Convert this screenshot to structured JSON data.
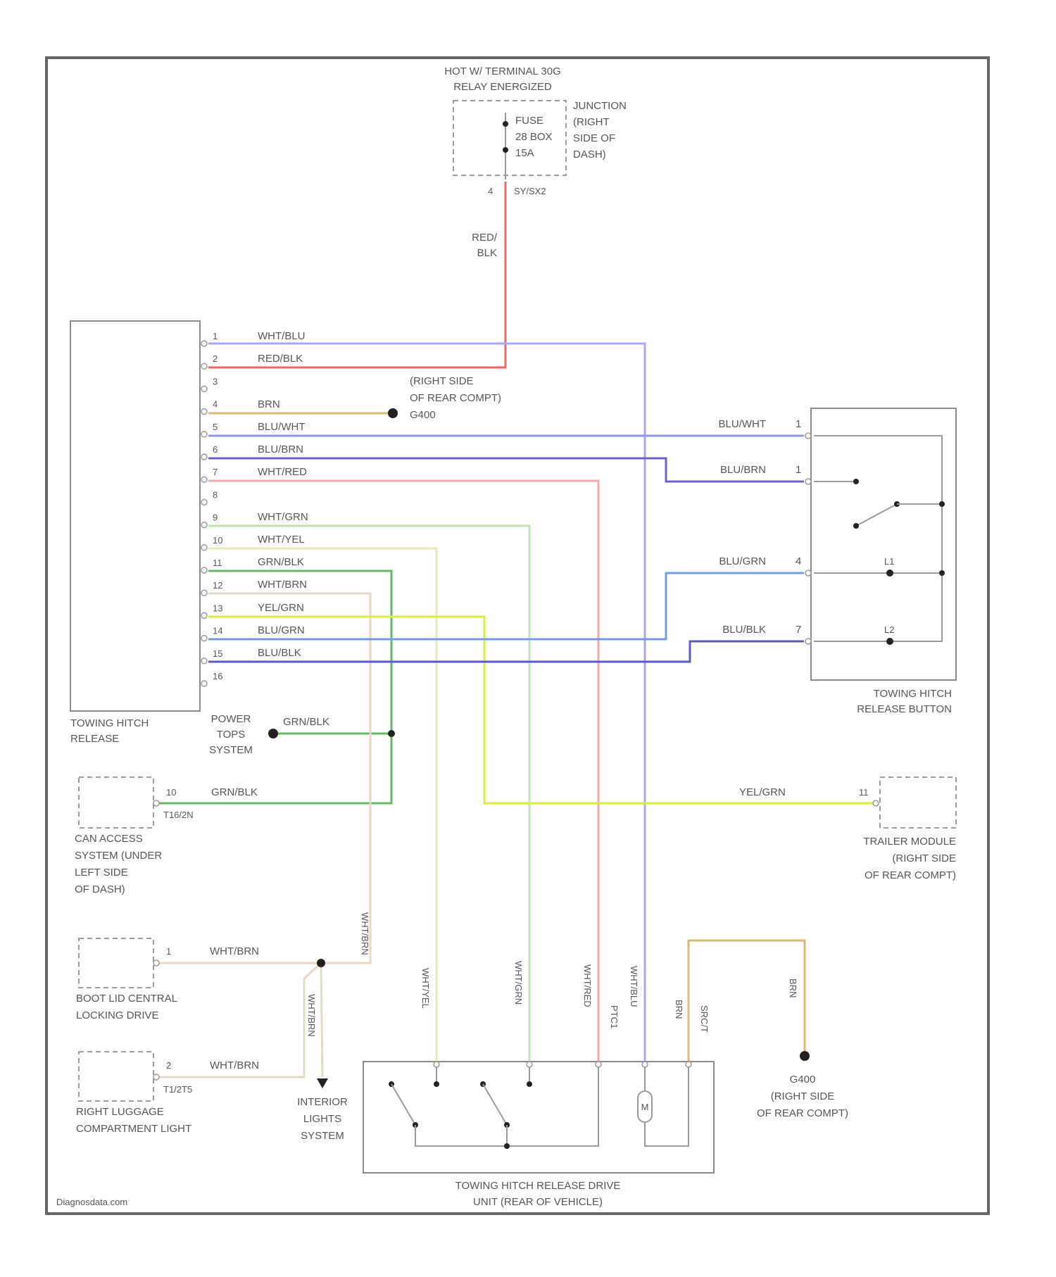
{
  "colors": {
    "red": "#e8686a",
    "white_blue": "#a8a8f0",
    "brown": "#d9b870",
    "blue_white": "#8f96ea",
    "blue_brown": "#6c63c8",
    "white_red": "#f0a6aa",
    "white_green": "#bfe3b4",
    "white_yellow": "#ece6bc",
    "green_black": "#64b864",
    "white_brown": "#e4d9c4",
    "yellow_green": "#d8ee3a",
    "blue_green": "#6f9ee0",
    "blue_black": "#5b58c8"
  },
  "supply": {
    "header": [
      "HOT W/ TERMINAL 30G",
      "RELAY ENERGIZED"
    ],
    "fuse_label": [
      "FUSE",
      "28 BOX",
      "15A"
    ],
    "junction_label": [
      "JUNCTION",
      "(RIGHT",
      "SIDE OF",
      "DASH)"
    ],
    "pin": "4",
    "connector": "SY/SX2",
    "wire_label": [
      "RED/",
      "BLK"
    ]
  },
  "module": {
    "name": [
      "TOWING HITCH",
      "RELEASE"
    ],
    "pins": [
      "1",
      "2",
      "3",
      "4",
      "5",
      "6",
      "7",
      "8",
      "9",
      "10",
      "11",
      "12",
      "13",
      "14",
      "15",
      "16"
    ],
    "wire_labels": {
      "p1": "WHT/BLU",
      "p2": "RED/BLK",
      "p4": "BRN",
      "p5": "BLU/WHT",
      "p6": "BLU/BRN",
      "p7": "WHT/RED",
      "p9": "WHT/GRN",
      "p10": "WHT/YEL",
      "p11": "GRN/BLK",
      "p12": "WHT/BRN",
      "p13": "YEL/GRN",
      "p14": "BLU/GRN",
      "p15": "BLU/BLK"
    }
  },
  "ground_top": {
    "label": [
      "(RIGHT SIDE",
      "OF REAR COMPT)",
      "G400"
    ]
  },
  "button": {
    "name": [
      "TOWING HITCH",
      "RELEASE BUTTON"
    ],
    "wires": [
      {
        "label": "BLU/WHT",
        "pin": "1"
      },
      {
        "label": "BLU/BRN",
        "pin": "1"
      },
      {
        "label": "BLU/GRN",
        "pin": "4"
      },
      {
        "label": "BLU/BLK",
        "pin": "7"
      }
    ],
    "lamp_labels": [
      "L1",
      "L2"
    ]
  },
  "power_tops": {
    "label": [
      "POWER",
      "TOPS",
      "SYSTEM"
    ],
    "wire_label": "GRN/BLK"
  },
  "can_access": {
    "name": [
      "CAN ACCESS",
      "SYSTEM (UNDER",
      "LEFT SIDE",
      "OF DASH)"
    ],
    "pin": "10",
    "connector": "T16/2N",
    "wire_label": "GRN/BLK"
  },
  "trailer": {
    "name": [
      "TRAILER MODULE",
      "(RIGHT SIDE",
      "OF REAR COMPT)"
    ],
    "pin": "11",
    "wire_label": "YEL/GRN"
  },
  "boot_lid": {
    "name": [
      "BOOT LID CENTRAL",
      "LOCKING DRIVE"
    ],
    "pin": "1",
    "wire_label": "WHT/BRN",
    "vertical_label": "WHT/BRN"
  },
  "luggage": {
    "name": [
      "RIGHT LUGGAGE",
      "COMPARTMENT LIGHT"
    ],
    "pin": "2",
    "connector": "T1/2T5",
    "wire_label": "WHT/BRN",
    "junction_label": "WHT/BRN"
  },
  "interior": {
    "label": [
      "INTERIOR",
      "LIGHTS",
      "SYSTEM"
    ]
  },
  "drive_unit": {
    "name": [
      "TOWING HITCH RELEASE DRIVE",
      "UNIT (REAR OF VEHICLE)"
    ],
    "wire_labels": [
      "WHT/YEL",
      "WHT/GRN",
      "WHT/RED",
      "WHT/BLU",
      "BRN"
    ],
    "small_labels": [
      "PTC1",
      "SRC/T"
    ],
    "motor_label": "M"
  },
  "ground_bottom": {
    "label": [
      "G400",
      "(RIGHT SIDE",
      "OF REAR COMPT)"
    ],
    "wire_label": "BRN"
  },
  "watermark": "Diagnosdata.com"
}
